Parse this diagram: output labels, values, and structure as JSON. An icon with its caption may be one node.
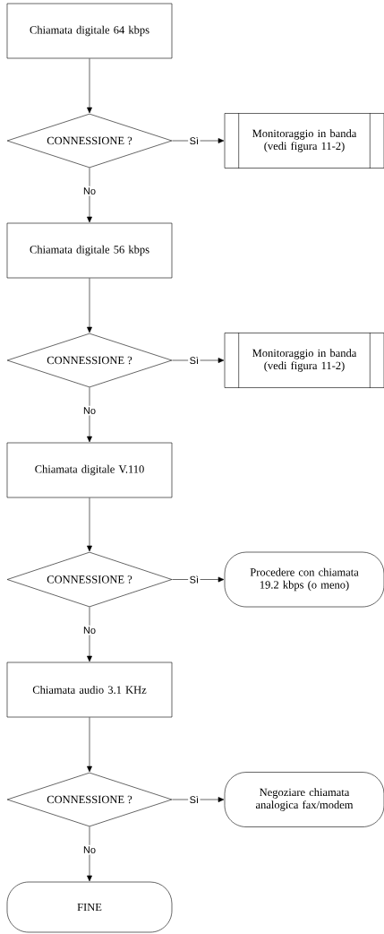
{
  "diagram": {
    "nodes": [
      {
        "text": [
          "Chiamata digitale 64  kbps"
        ]
      },
      {
        "text": [
          "CONNESSIONE ?"
        ]
      },
      {
        "text": [
          "Monitoraggio in banda (vedi figura 11-2)"
        ]
      },
      {
        "text": [
          "Chiamata digitale 56 kbps"
        ]
      },
      {
        "text": [
          "CONNESSIONE ?"
        ]
      },
      {
        "text": [
          "Monitoraggio in banda (vedi figura 11-2)"
        ]
      },
      {
        "text": [
          "Chiamata digitale V.110"
        ]
      },
      {
        "text": [
          "CONNESSIONE ?"
        ]
      },
      {
        "text": [
          "Procedere con chiamata 19.2 kbps (o meno)"
        ]
      },
      {
        "text": [
          "Chiamata audio 3.1 KHz"
        ]
      },
      {
        "text": [
          "CONNESSIONE ?"
        ]
      },
      {
        "text": [
          "Negoziare chiamata analogica fax/modem"
        ]
      },
      {
        "text": [
          "FINE"
        ]
      }
    ],
    "edges": [
      {
        "from": 0,
        "to": 1,
        "arrow": "to"
      },
      {
        "from": 1,
        "to": 2,
        "arrow": "to",
        "label": "Sì"
      },
      {
        "from": 1,
        "to": 3,
        "arrow": "to",
        "label": "No"
      },
      {
        "from": 3,
        "to": 4,
        "arrow": "to"
      },
      {
        "from": 4,
        "to": 5,
        "arrow": "to",
        "label": "Sì"
      },
      {
        "from": 4,
        "to": 6,
        "arrow": "to",
        "label": "No"
      },
      {
        "from": 6,
        "to": 7,
        "arrow": "to"
      },
      {
        "from": 7,
        "to": 8,
        "arrow": "to",
        "label": "Sì"
      },
      {
        "from": 7,
        "to": 9,
        "arrow": "to",
        "label": "No"
      },
      {
        "from": 9,
        "to": 10,
        "arrow": "to"
      },
      {
        "from": 10,
        "to": 11,
        "arrow": "to",
        "label": "Sì"
      },
      {
        "from": 10,
        "to": 12,
        "arrow": "to",
        "label": "No"
      }
    ]
  }
}
